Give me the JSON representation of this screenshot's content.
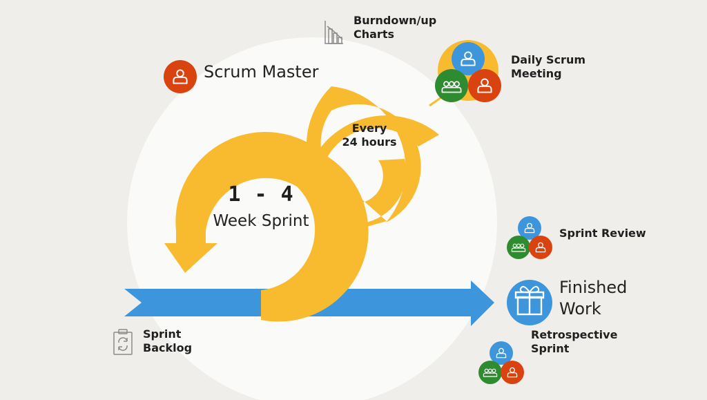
{
  "diagram": {
    "center_title_range": "1 - 4",
    "center_title_unit": "Week Sprint",
    "inner_loop_label_line1": "Every",
    "inner_loop_label_line2": "24 hours"
  },
  "roles": {
    "scrum_master_label": "Scrum Master"
  },
  "artifacts": {
    "burndown_line1": "Burndown/up",
    "burndown_line2": "Charts",
    "sprint_backlog_line1": "Sprint",
    "sprint_backlog_line2": "Backlog",
    "finished_work_line1": "Finished",
    "finished_work_line2": "Work"
  },
  "events": {
    "daily_scrum_line1": "Daily Scrum",
    "daily_scrum_line2": "Meeting",
    "sprint_review": "Sprint Review",
    "retrospective_line1": "Retrospective",
    "retrospective_line2": "Sprint"
  },
  "colors": {
    "background": "#f0eeeb",
    "circle": "#fafaf9",
    "loop_yellow": "#f8ba2f",
    "arrow_blue": "#3d96dc",
    "person_red": "#d9430f",
    "person_blue": "#3d96dc",
    "team_green": "#2e8b2f",
    "icon_gray": "#8a8a8a"
  },
  "icons": {
    "scrum_master": "person-icon",
    "burndown": "bar-chart-icon",
    "backlog": "clipboard-refresh-icon",
    "finished_work": "gift-icon",
    "team": "group-icon"
  }
}
